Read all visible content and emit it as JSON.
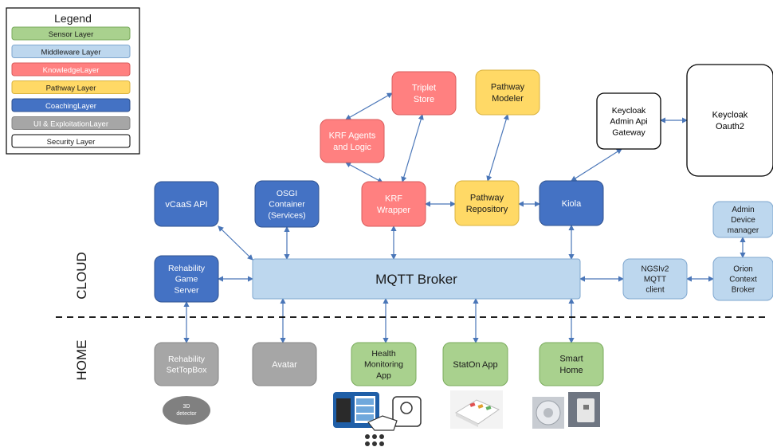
{
  "legend": {
    "title": "Legend",
    "items": [
      {
        "label": "Sensor Layer",
        "color": "#a9d18e",
        "border": "#7aab5c",
        "text_color": "#1a1a1a"
      },
      {
        "label": "Middleware Layer",
        "color": "#bdd7ee",
        "border": "#7fa7cf",
        "text_color": "#1a1a1a"
      },
      {
        "label": "KnowledgeLayer",
        "color": "#ff8080",
        "border": "#d95b5b",
        "text_color": "#ffffff"
      },
      {
        "label": "Pathway Layer",
        "color": "#ffd966",
        "border": "#d9b340",
        "text_color": "#1a1a1a"
      },
      {
        "label": "CoachingLayer",
        "color": "#4472c4",
        "border": "#2f528f",
        "text_color": "#ffffff"
      },
      {
        "label": "UI & ExploitationLayer",
        "color": "#a6a6a6",
        "border": "#868686",
        "text_color": "#ffffff"
      },
      {
        "label": "Security Layer",
        "color": "#ffffff",
        "border": "#000000",
        "text_color": "#1a1a1a"
      }
    ]
  },
  "zones": {
    "cloud": "CLOUD",
    "home": "HOME"
  },
  "colors": {
    "sensor": "#a9d18e",
    "middleware": "#bdd7ee",
    "knowledge": "#ff8080",
    "pathway": "#ffd966",
    "coaching": "#4472c4",
    "ui": "#a6a6a6",
    "security": "#ffffff",
    "arrow": "#4a76b8"
  },
  "nodes": {
    "triplet_store": {
      "lines": [
        "Triplet",
        "Store"
      ],
      "layer": "knowledge"
    },
    "pathway_modeler": {
      "lines": [
        "Pathway",
        "Modeler"
      ],
      "layer": "pathway"
    },
    "krf_agents": {
      "lines": [
        "KRF Agents",
        "and Logic"
      ],
      "layer": "knowledge"
    },
    "keycloak_admin": {
      "lines": [
        "Keycloak",
        "Admin Api",
        "Gateway"
      ],
      "layer": "security"
    },
    "keycloak_oauth": {
      "lines": [
        "Keycloak",
        "Oauth2"
      ],
      "layer": "security"
    },
    "vcaas": {
      "lines": [
        "vCaaS API"
      ],
      "layer": "coaching"
    },
    "osgi": {
      "lines": [
        "OSGI",
        "Container",
        "(Services)"
      ],
      "layer": "coaching"
    },
    "krf_wrapper": {
      "lines": [
        "KRF",
        "Wrapper"
      ],
      "layer": "knowledge"
    },
    "pathway_repo": {
      "lines": [
        "Pathway",
        "Repository"
      ],
      "layer": "pathway"
    },
    "kiola": {
      "lines": [
        "Kiola"
      ],
      "layer": "coaching"
    },
    "admin_device": {
      "lines": [
        "Admin",
        "Device",
        "manager"
      ],
      "layer": "middleware"
    },
    "rehab_server": {
      "lines": [
        "Rehability",
        "Game",
        "Server"
      ],
      "layer": "coaching"
    },
    "mqtt": {
      "lines": [
        "MQTT Broker"
      ],
      "layer": "middleware"
    },
    "ngsi": {
      "lines": [
        "NGSIv2",
        "MQTT",
        "client"
      ],
      "layer": "middleware"
    },
    "orion": {
      "lines": [
        "Orion",
        "Context",
        "Broker"
      ],
      "layer": "middleware"
    },
    "rehab_stb": {
      "lines": [
        "Rehability",
        "SetTopBox"
      ],
      "layer": "ui"
    },
    "avatar": {
      "lines": [
        "Avatar"
      ],
      "layer": "ui"
    },
    "health_app": {
      "lines": [
        "Health",
        "Monitoring",
        "App"
      ],
      "layer": "sensor"
    },
    "staton_app": {
      "lines": [
        "StatOn App"
      ],
      "layer": "sensor"
    },
    "smart_home": {
      "lines": [
        "Smart",
        "Home"
      ],
      "layer": "sensor"
    }
  },
  "detector": {
    "lines": [
      "3D",
      "detector"
    ]
  },
  "illustrations": {
    "health_devices": "health-devices-illustration",
    "staton_device": "staton-device-illustration",
    "smart_home_sensors": "smart-home-sensors-illustration"
  }
}
